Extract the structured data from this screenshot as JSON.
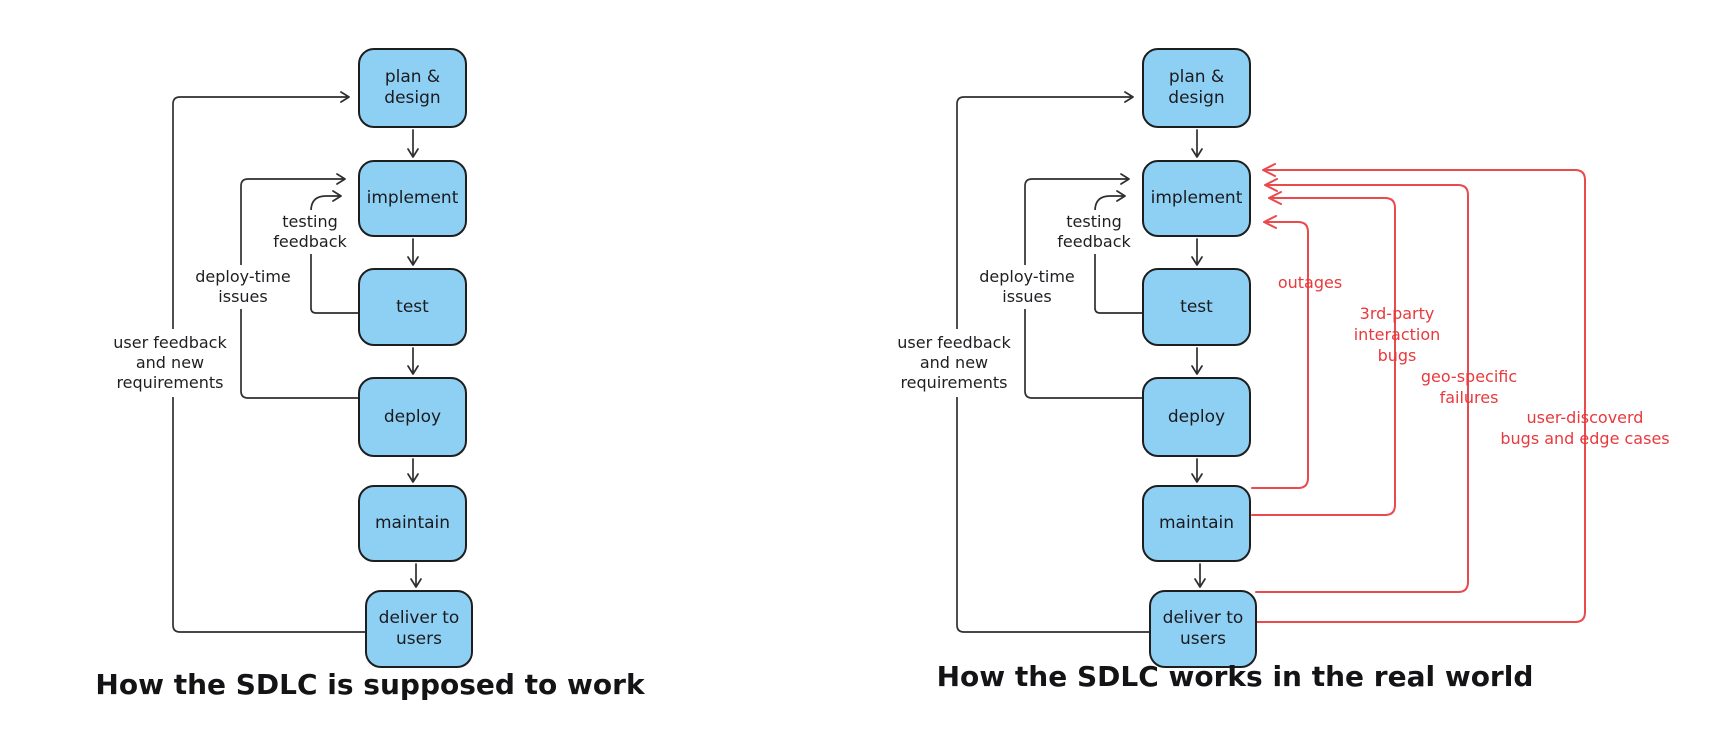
{
  "diagram_left": {
    "caption": "How the SDLC is supposed to work",
    "nodes": {
      "plan": "plan &\ndesign",
      "implement": "implement",
      "test": "test",
      "deploy": "deploy",
      "maintain": "maintain",
      "deliver": "deliver to\nusers"
    },
    "edge_labels": {
      "testing_feedback": "testing\nfeedback",
      "deploy_time_issues": "deploy-time\nissues",
      "user_feedback": "user feedback\nand new\nrequirements"
    }
  },
  "diagram_right": {
    "caption": "How the SDLC works in the real world",
    "nodes": {
      "plan": "plan &\ndesign",
      "implement": "implement",
      "test": "test",
      "deploy": "deploy",
      "maintain": "maintain",
      "deliver": "deliver to\nusers"
    },
    "edge_labels": {
      "testing_feedback": "testing\nfeedback",
      "deploy_time_issues": "deploy-time\nissues",
      "user_feedback": "user feedback\nand new\nrequirements"
    },
    "failure_labels": {
      "outages": "outages",
      "third_party": "3rd-party\ninteraction\nbugs",
      "geo_specific": "geo-specific\nfailures",
      "user_discovered": "user-discoverd\nbugs and edge cases"
    }
  },
  "colors": {
    "background": "#ffffff",
    "node_fill": "#8ed0f4",
    "node_stroke": "#1e1e1e",
    "black_line": "#2f2f2f",
    "failure_red": "#e8393d",
    "text": "#1b1b1f"
  }
}
